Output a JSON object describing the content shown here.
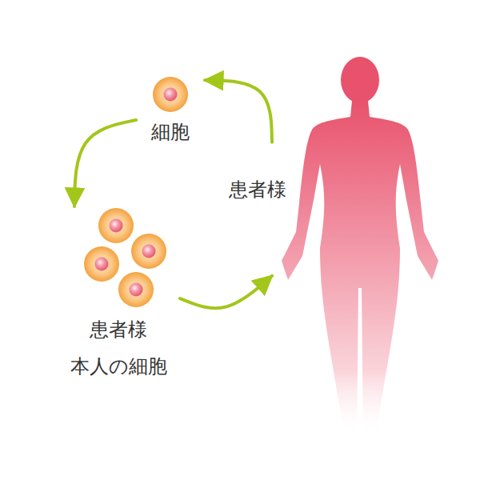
{
  "diagram": {
    "nodes": [
      {
        "text": [
          "細胞"
        ]
      },
      {
        "text": [
          "患者様 本人の細胞"
        ]
      },
      {
        "text": [
          "患者様"
        ]
      }
    ],
    "edges": [
      {
        "from": 2,
        "to": 0,
        "arrow": "to"
      },
      {
        "from": 0,
        "to": 1,
        "arrow": "to"
      },
      {
        "from": 1,
        "to": 2,
        "arrow": "to"
      }
    ]
  }
}
